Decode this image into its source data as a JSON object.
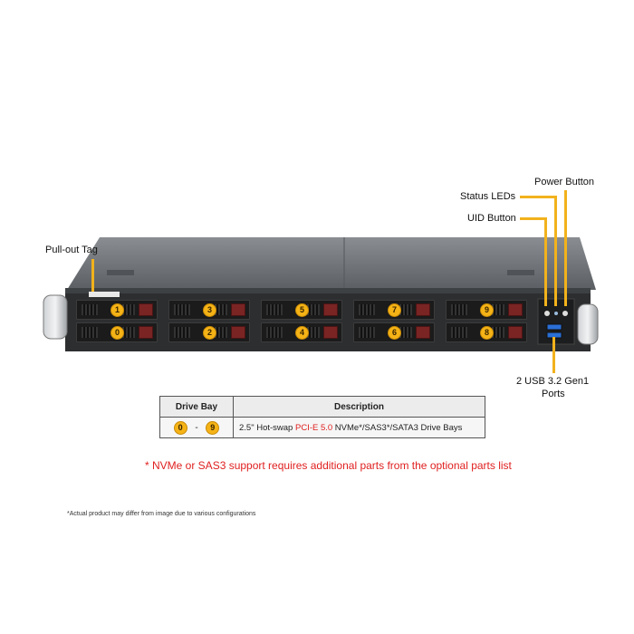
{
  "labels": {
    "pull_out_tag": "Pull-out Tag",
    "power_button": "Power Button",
    "status_leds": "Status LEDs",
    "uid_button": "UID Button",
    "usb_ports_line1": "2 USB 3.2 Gen1",
    "usb_ports_line2": "Ports"
  },
  "bays": {
    "top_row": [
      "1",
      "3",
      "5",
      "7",
      "9"
    ],
    "bottom_row": [
      "0",
      "2",
      "4",
      "6",
      "8"
    ]
  },
  "table": {
    "header_bay": "Drive Bay",
    "header_desc": "Description",
    "range_start": "0",
    "range_sep": "-",
    "range_end": "9",
    "desc_prefix": "2.5\" Hot-swap ",
    "desc_highlight": "PCI-E 5.0",
    "desc_suffix": " NVMe*/SAS3*/SATA3 Drive Bays"
  },
  "note": "* NVMe or SAS3 support requires additional parts from the optional parts list",
  "disclaimer": "*Actual product may differ from image due to various configurations",
  "colors": {
    "callout": "#f2b21c",
    "badge": "#f5b316",
    "highlight": "#e02020",
    "tray_handle": "#7a2424",
    "chassis_top": "#6e7276"
  }
}
